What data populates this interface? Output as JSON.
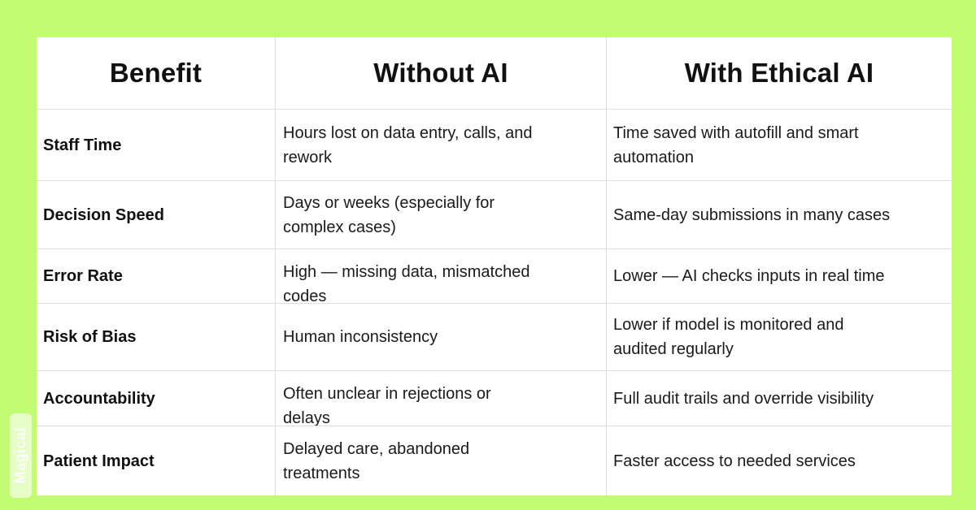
{
  "colors": {
    "background": "#c1fc72",
    "card": "#ffffff",
    "border": "#dedede",
    "text": "#1a1a1a",
    "watermark_text": "#ffffff"
  },
  "watermark": {
    "label": "Magical"
  },
  "chart_data": {
    "type": "table",
    "columns": [
      "Benefit",
      "Without AI",
      "With Ethical AI"
    ],
    "rows": [
      [
        "Staff Time",
        "Hours lost on data entry, calls, and\nrework",
        "Time saved with autofill and smart\nautomation"
      ],
      [
        "Decision Speed",
        "Days or weeks (especially for\ncomplex cases)",
        "Same-day submissions in many cases"
      ],
      [
        "Error Rate",
        "High — missing data, mismatched\ncodes",
        "Lower — AI checks inputs in real time"
      ],
      [
        "Risk of Bias",
        "Human inconsistency",
        "Lower if model is monitored and\naudited regularly"
      ],
      [
        "Accountability",
        "Often unclear in rejections or\ndelays",
        "Full audit trails and override visibility"
      ],
      [
        "Patient Impact",
        "Delayed care, abandoned\ntreatments",
        "Faster access to needed services"
      ]
    ]
  }
}
